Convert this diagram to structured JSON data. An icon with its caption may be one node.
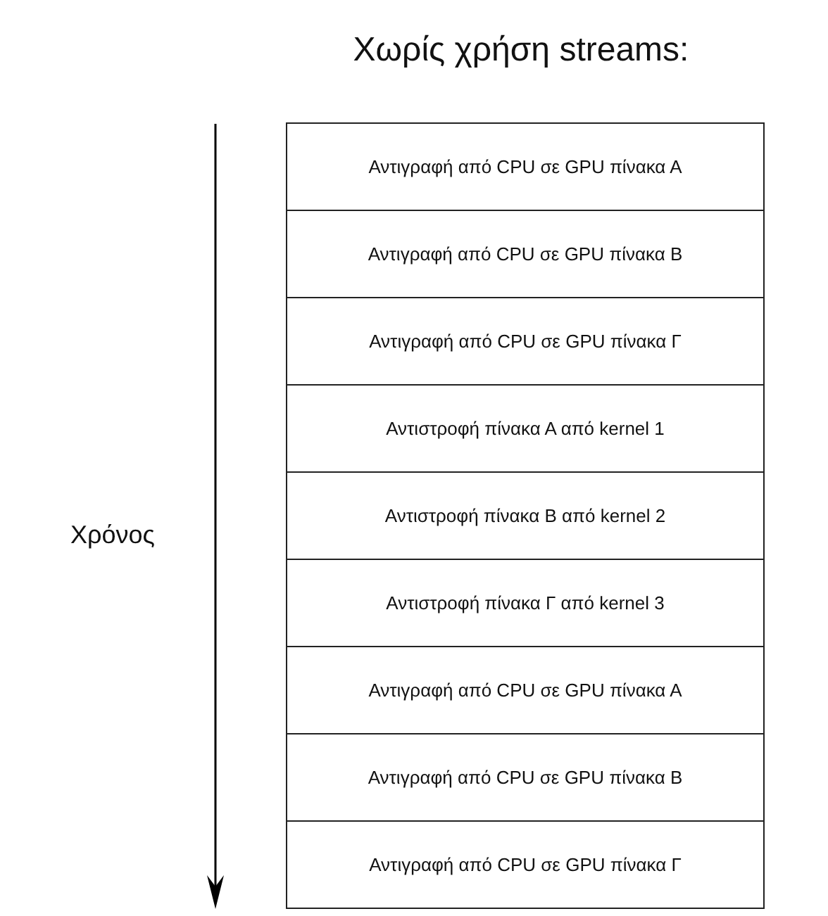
{
  "diagram": {
    "title": "Χωρίς χρήση streams:",
    "nodes": [
      {
        "text": [
          "Αντιγραφή από CPU σε GPU πίνακα Α"
        ]
      },
      {
        "text": [
          "Αντιγραφή από CPU σε GPU πίνακα Β"
        ]
      },
      {
        "text": [
          "Αντιγραφή από CPU σε GPU πίνακα Γ"
        ]
      },
      {
        "text": [
          "Αντιστροφή πίνακα Α από kernel 1"
        ]
      },
      {
        "text": [
          "Αντιστροφή πίνακα Β από kernel 2"
        ]
      },
      {
        "text": [
          "Αντιστροφή πίνακα Γ από kernel 3"
        ]
      },
      {
        "text": [
          "Αντιγραφή από CPU σε GPU πίνακα Α"
        ]
      },
      {
        "text": [
          "Αντιγραφή από CPU σε GPU πίνακα Β"
        ]
      },
      {
        "text": [
          "Αντιγραφή από CPU σε GPU πίνακα Γ"
        ]
      }
    ],
    "edges": [],
    "labels": [
      "Χρόνος"
    ]
  }
}
